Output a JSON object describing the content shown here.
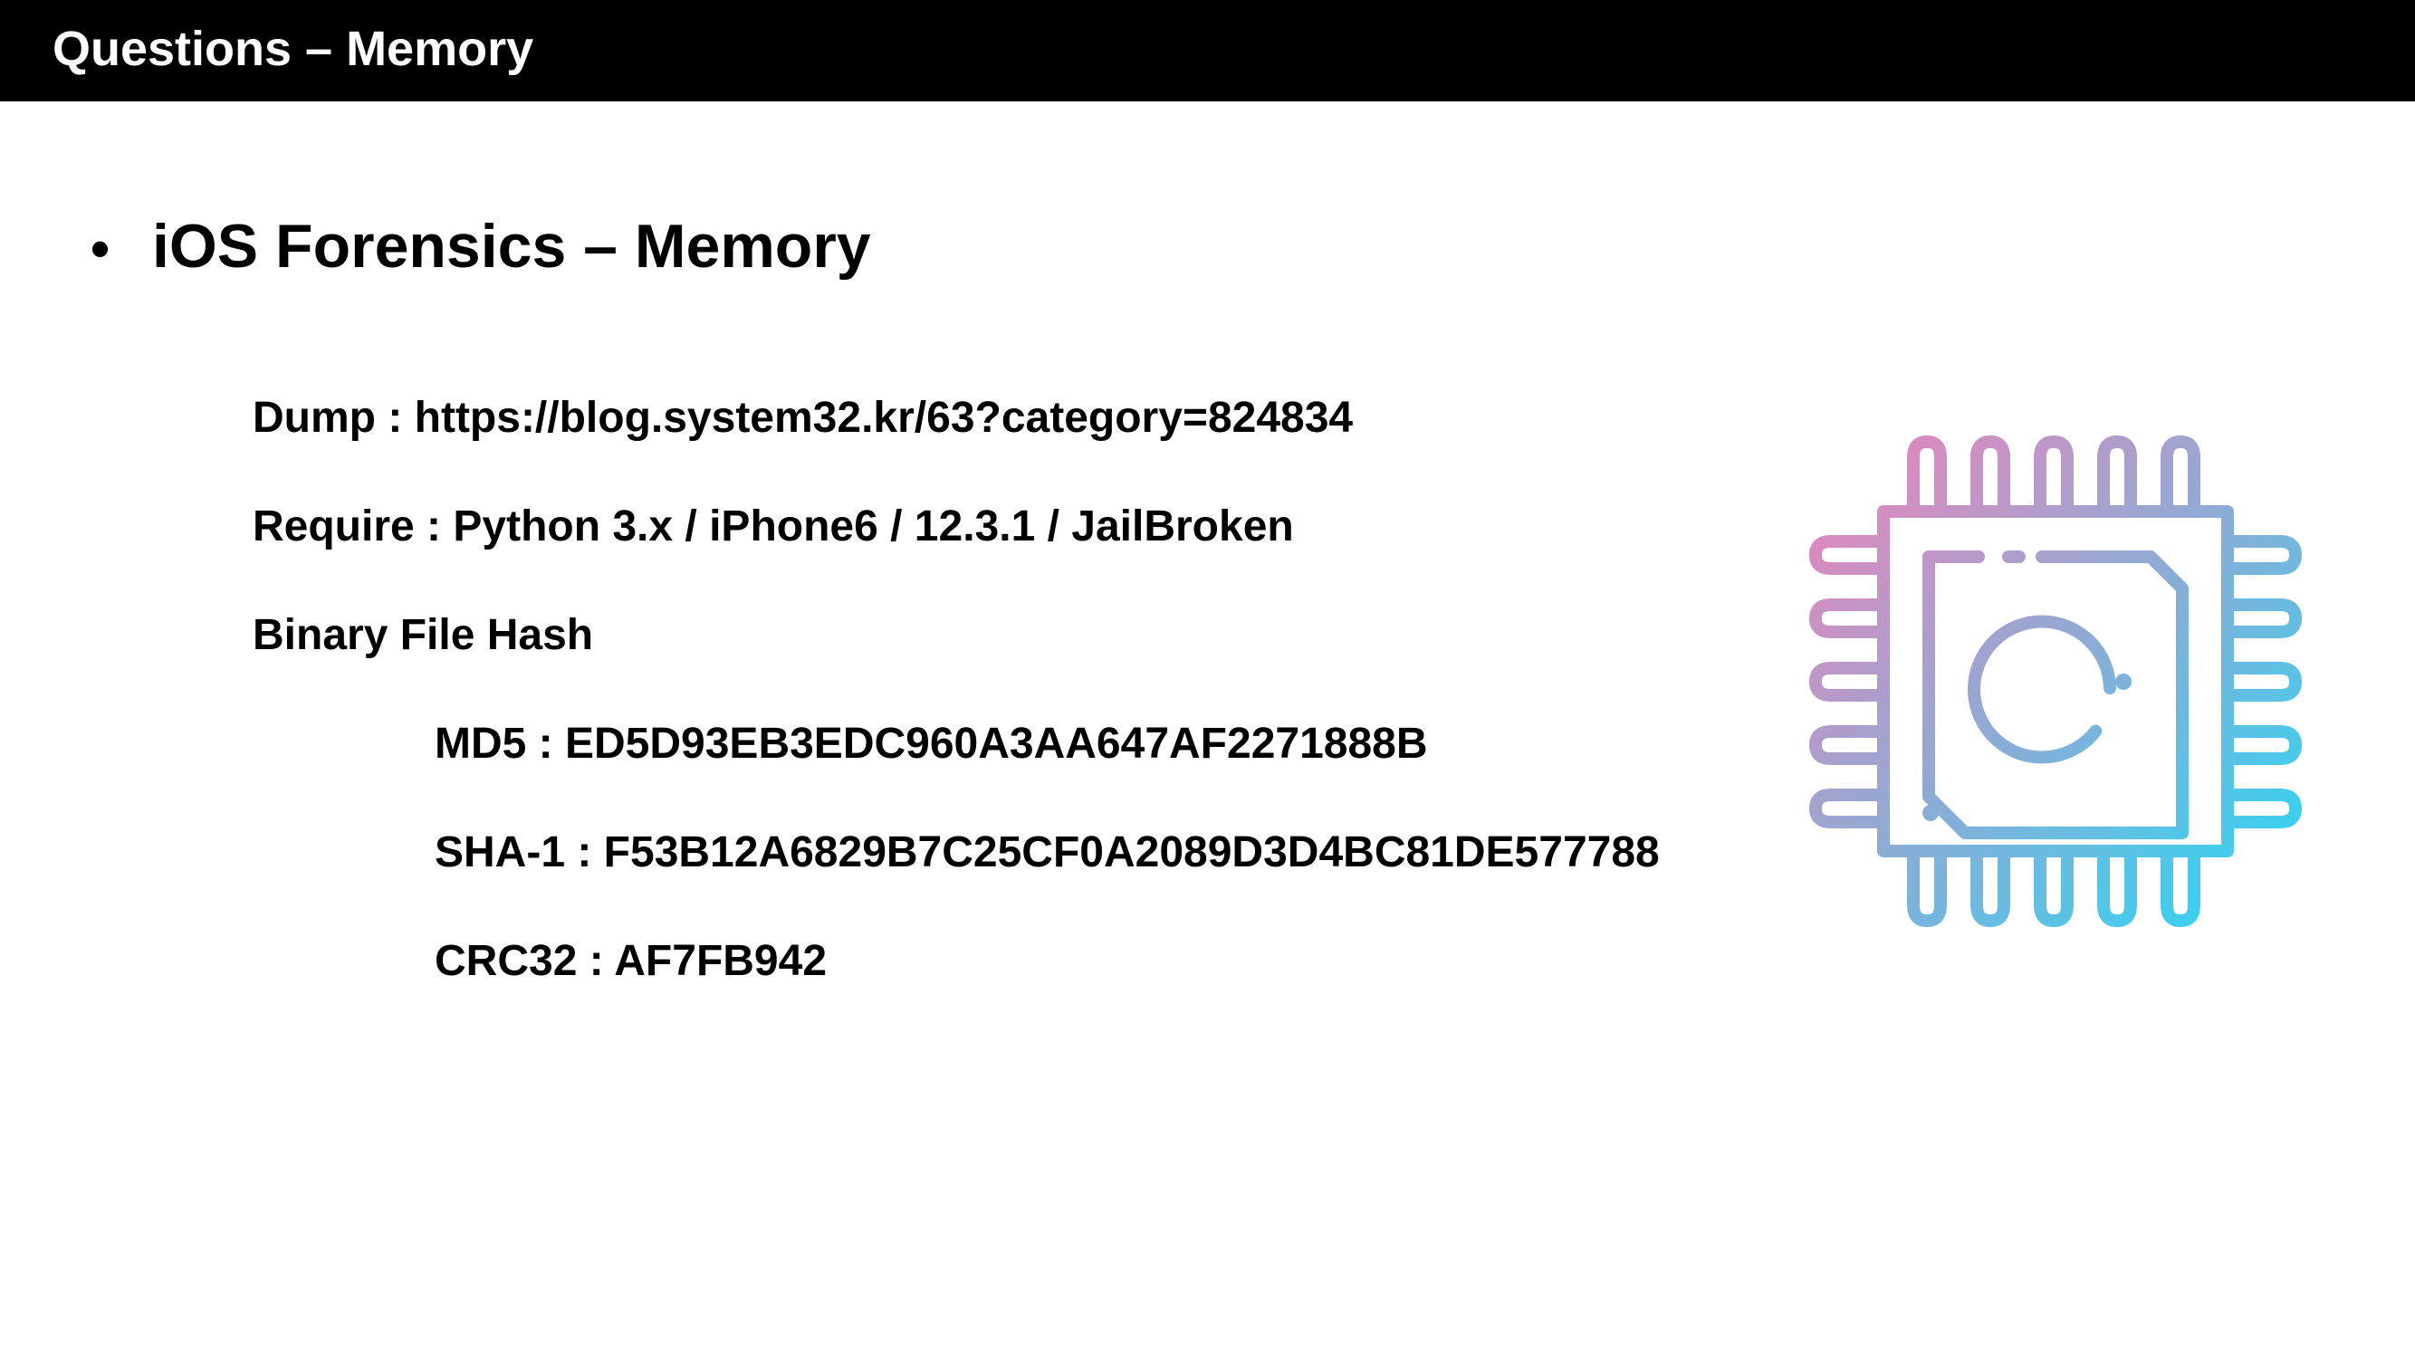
{
  "header": {
    "title": "Questions – Memory"
  },
  "content": {
    "heading_bullet": "•",
    "heading": "iOS Forensics – Memory",
    "dump": "Dump : https://blog.system32.kr/63?category=824834",
    "require": "Require : Python 3.x / iPhone6 / 12.3.1 / JailBroken",
    "hash_title": "Binary File Hash",
    "md5": "MD5 : ED5D93EB3EDC960A3AA647AF2271888B",
    "sha1": "SHA-1 : F53B12A6829B7C25CF0A2089D3D4BC81DE577788",
    "crc32": "CRC32 : AF7FB942"
  },
  "graphic": {
    "icon": "cpu-chip-icon",
    "gradient_start": "#f57eb6",
    "gradient_end": "#1fdcf7"
  }
}
